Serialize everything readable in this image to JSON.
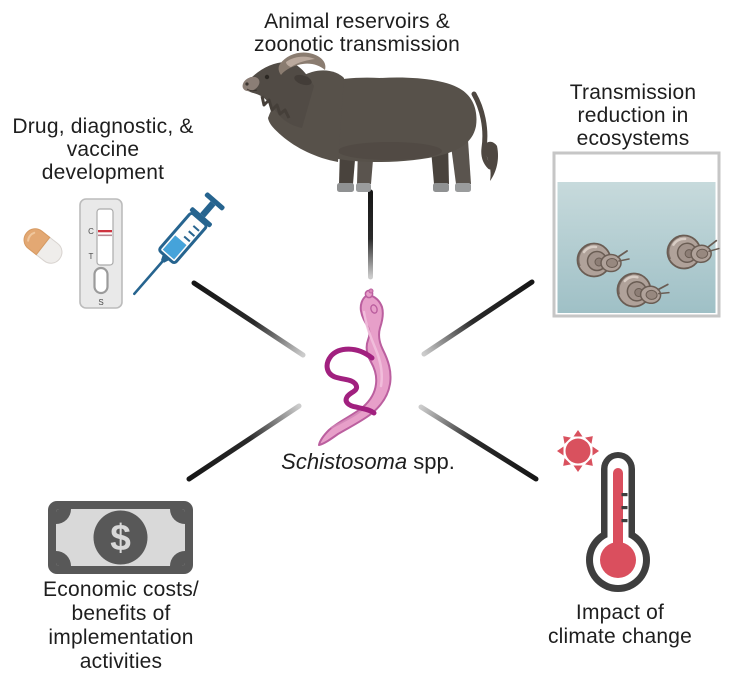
{
  "center": {
    "species": "Schistosoma",
    "suffix": " spp.",
    "icon": "schistosoma-worm-icon"
  },
  "nodes": {
    "animal": {
      "label": "Animal reservoirs &\nzoonotic transmission",
      "icon": "water-buffalo-icon"
    },
    "drug": {
      "label": "Drug, diagnostic, &\nvaccine\ndevelopment",
      "icons": [
        "pill-icon",
        "lateral-flow-test-icon",
        "syringe-icon"
      ]
    },
    "ecosystem": {
      "label": "Transmission\nreduction in\necosystems",
      "icon": "snail-aquarium-icon"
    },
    "economic": {
      "label": "Economic costs/\nbenefits of\nimplementation\nactivities",
      "icon": "dollar-bill-icon"
    },
    "climate": {
      "label": "Impact of\nclimate change",
      "icon": "thermometer-sun-icon"
    }
  },
  "cassette": {
    "control": "C",
    "test": "T",
    "sample": "S"
  },
  "dollar": {
    "symbol": "$"
  },
  "colors": {
    "text": "#1e1e1e",
    "connector_dark": "#161616",
    "connector_light": "#cccccc",
    "worm_pink": "#e79fc9",
    "worm_outline": "#bb5f9f",
    "worm_female": "#a1207f",
    "buffalo_body": "#57514a",
    "syringe_blue": "#26648f",
    "liquid_blue": "#45a3da",
    "pill_tan": "#e3a873",
    "test_line_red": "#cf3440",
    "water_top": "#c5d8da",
    "water_bottom": "#a0c0c6",
    "snail_shell": "#b0a29a",
    "money_dark": "#585858",
    "money_light": "#d9d9d9",
    "climate_red": "#d9515e",
    "thermo_dark": "#3e3e3e"
  }
}
